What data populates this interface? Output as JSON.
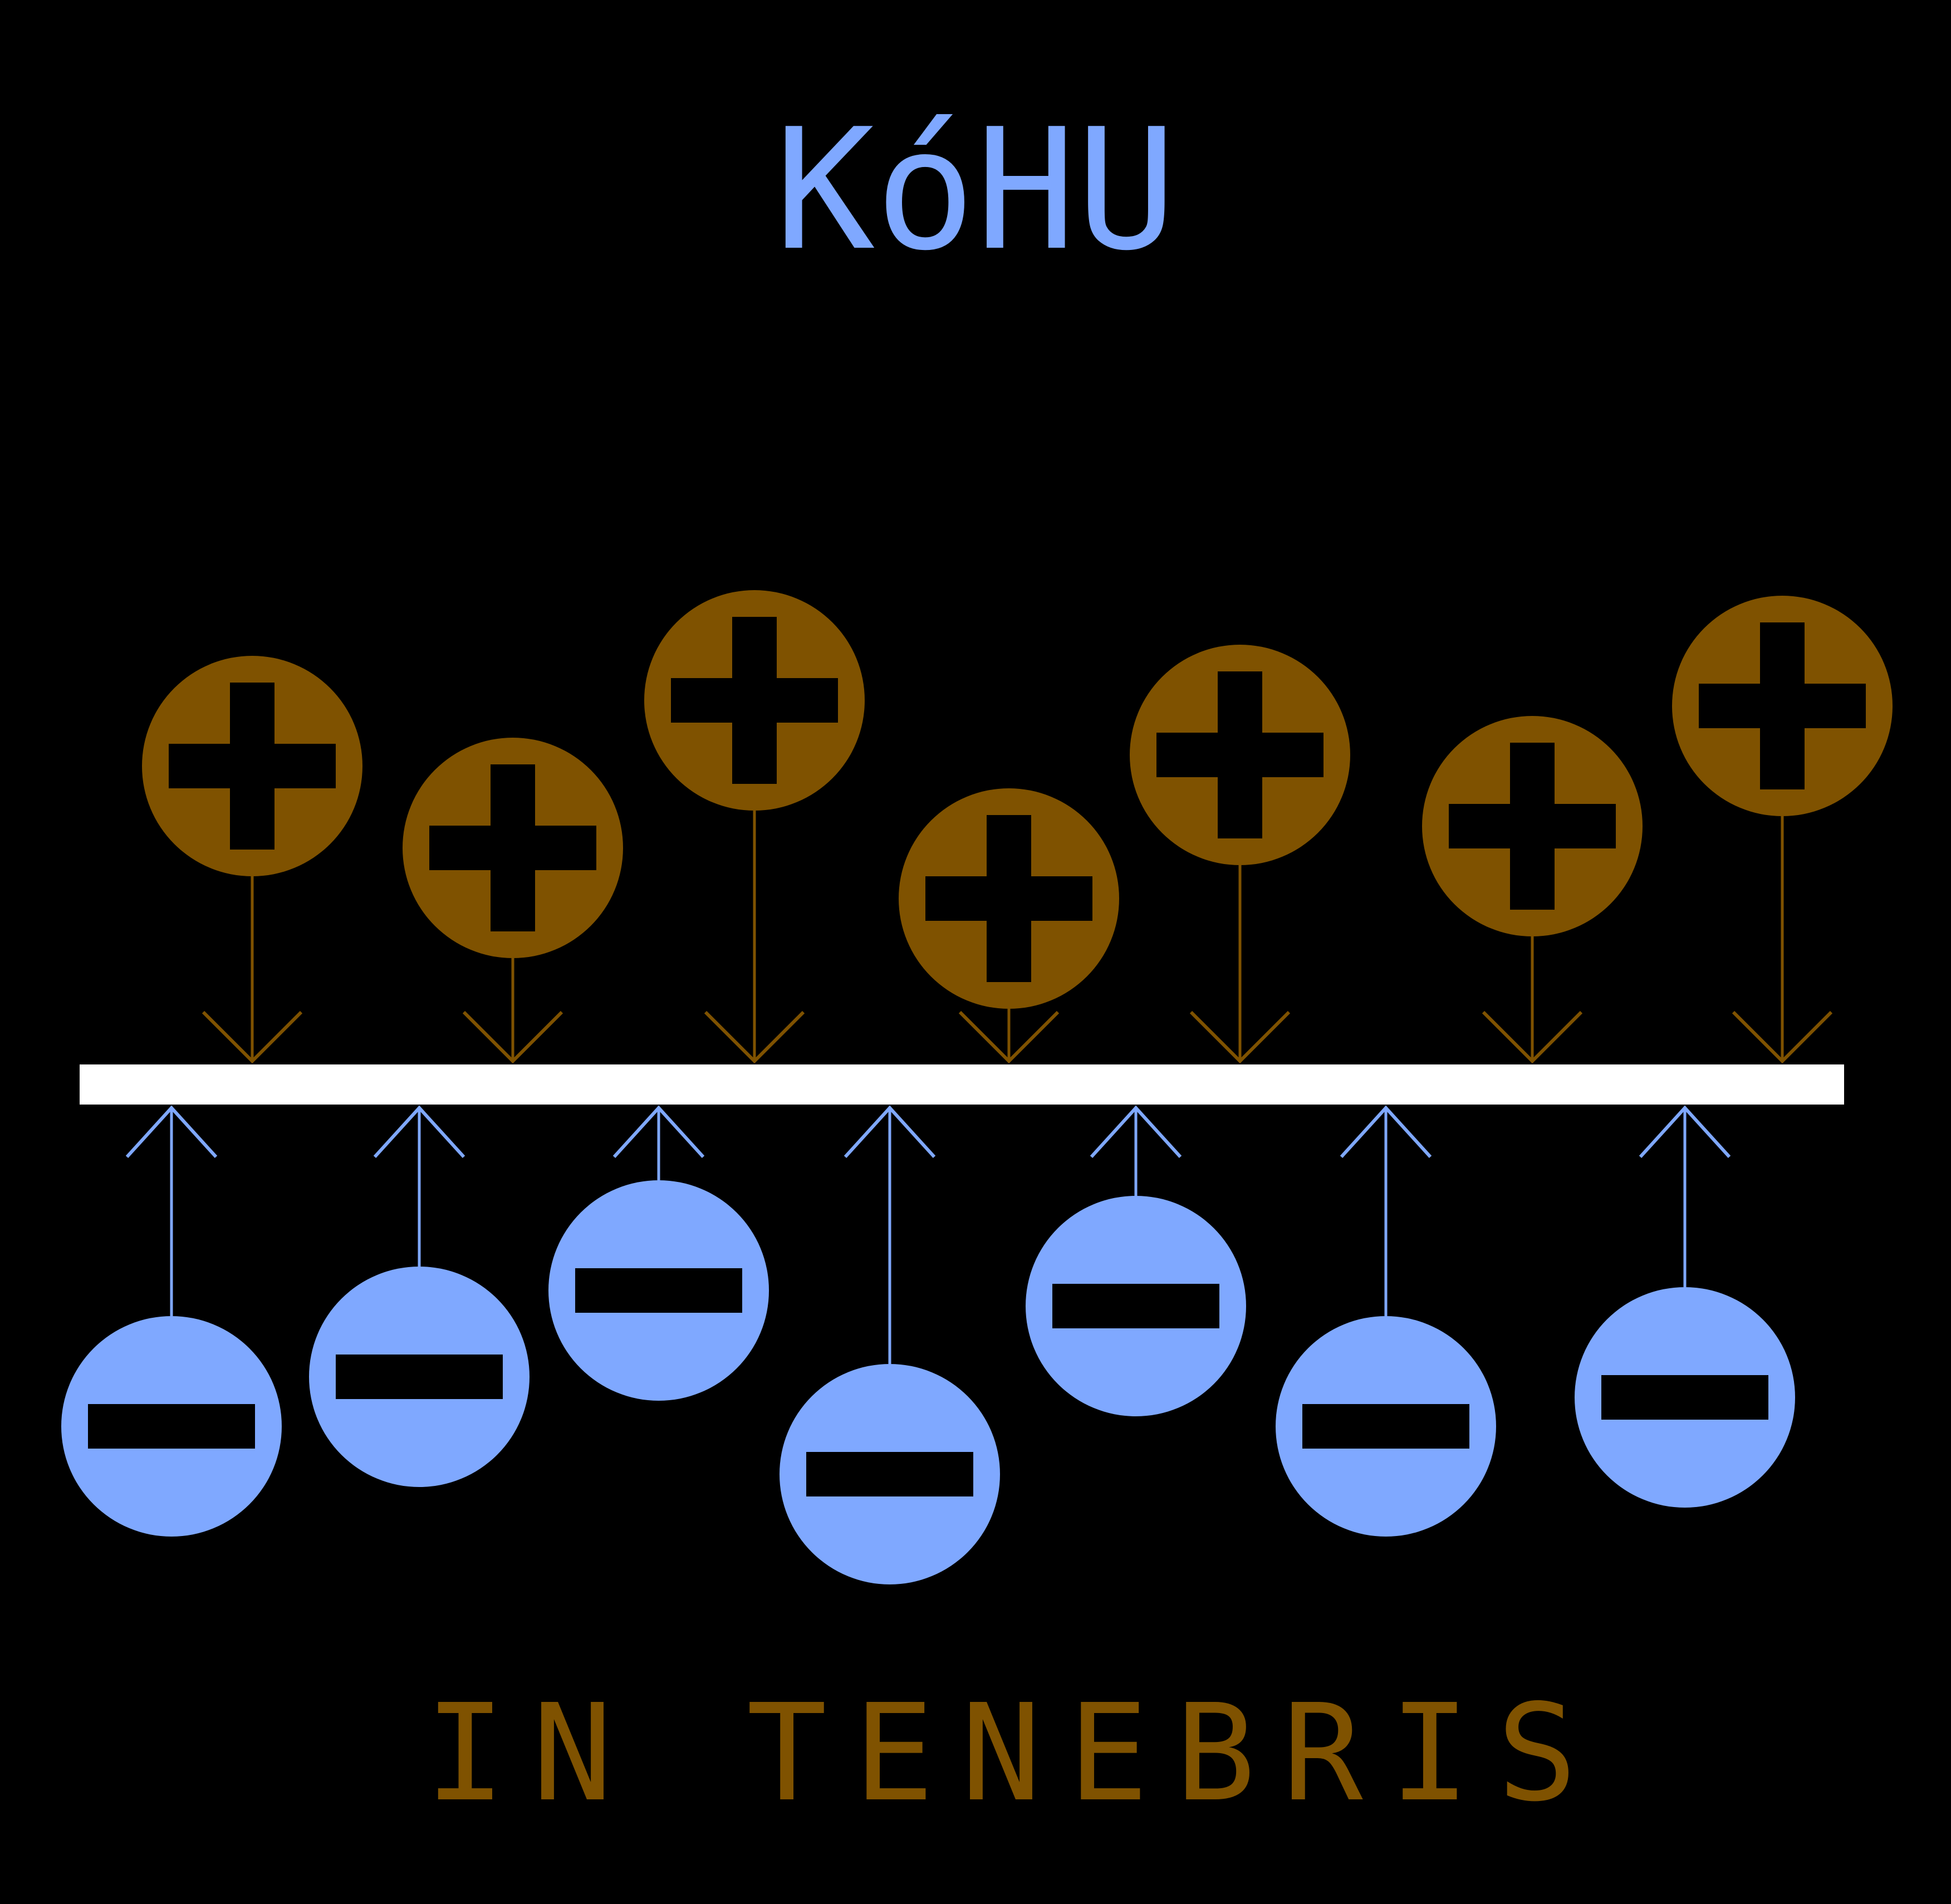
{
  "title": "KóHU",
  "subtitle": "IN TENEBRIS",
  "colors": {
    "background": "#000000",
    "title": "#7fa8ff",
    "subtitle": "#7f5200",
    "positive": "#7f5200",
    "negative": "#7fa8ff",
    "bar": "#ffffff",
    "symbol": "#000000"
  },
  "positive_charges": {
    "count": 7,
    "icon": "plus-icon"
  },
  "negative_charges": {
    "count": 7,
    "icon": "minus-icon"
  }
}
